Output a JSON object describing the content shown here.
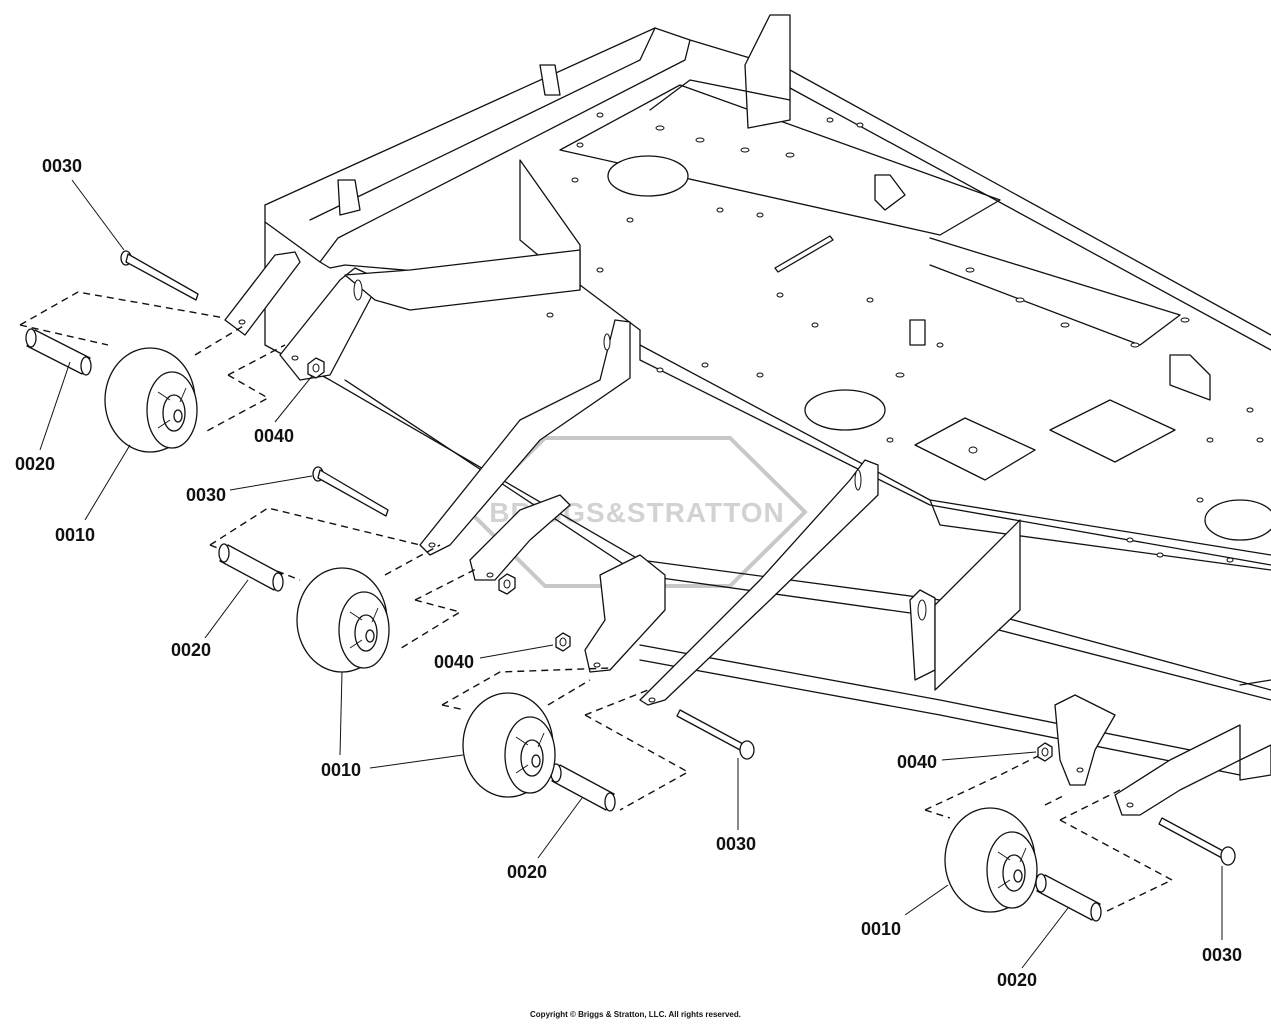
{
  "diagram": {
    "watermark_text": "BRIGGS&STRATTON",
    "callouts": [
      {
        "id": "c1",
        "text": "0030"
      },
      {
        "id": "c2",
        "text": "0020"
      },
      {
        "id": "c3",
        "text": "0010"
      },
      {
        "id": "c4",
        "text": "0040"
      },
      {
        "id": "c5",
        "text": "0030"
      },
      {
        "id": "c6",
        "text": "0020"
      },
      {
        "id": "c7",
        "text": "0010"
      },
      {
        "id": "c8",
        "text": "0040"
      },
      {
        "id": "c9",
        "text": "0020"
      },
      {
        "id": "c10",
        "text": "0030"
      },
      {
        "id": "c11",
        "text": "0040"
      },
      {
        "id": "c12",
        "text": "0010"
      },
      {
        "id": "c13",
        "text": "0020"
      },
      {
        "id": "c14",
        "text": "0030"
      }
    ]
  },
  "footer": {
    "copyright": "Copyright © Briggs & Stratton, LLC. All rights reserved."
  }
}
